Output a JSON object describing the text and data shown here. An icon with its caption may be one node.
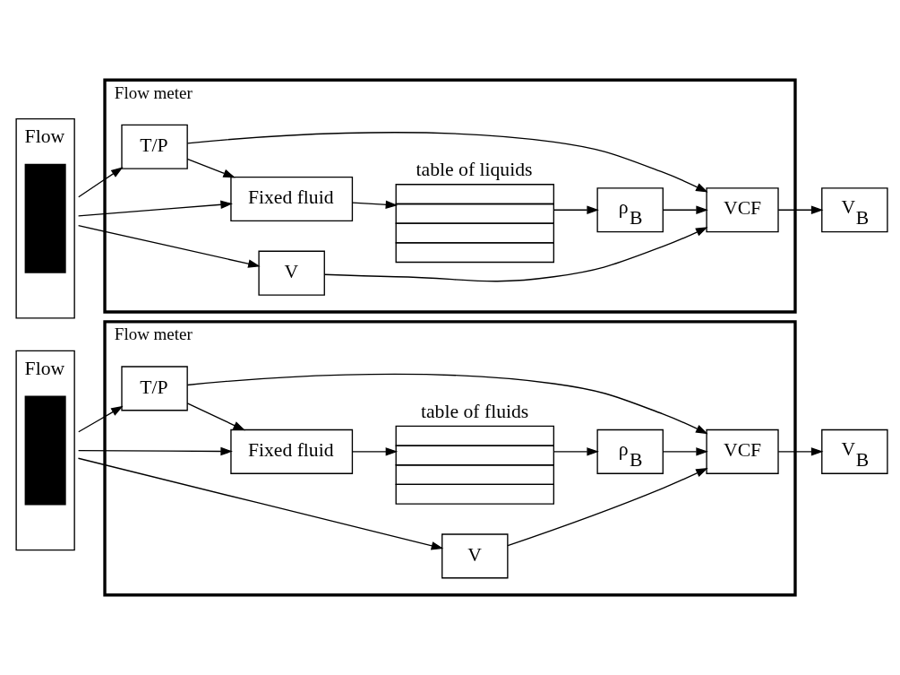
{
  "diagram": {
    "nodes": [
      {
        "text": [
          "Flow"
        ]
      },
      {
        "text": [
          "Flow meter"
        ]
      },
      {
        "text": [
          "T/P"
        ],
        "in": 1
      },
      {
        "text": [
          "Fixed fluid"
        ],
        "in": 1
      },
      {
        "text": [
          "V"
        ],
        "in": 1
      },
      {
        "text": [
          "table of liquids"
        ],
        "in": 1
      },
      {
        "text": [
          "ρ$_{B}$"
        ],
        "in": 1
      },
      {
        "text": [
          "VCF"
        ],
        "in": 1
      },
      {
        "text": [
          "V$_{B}$"
        ]
      },
      {
        "text": [
          "Flow"
        ]
      },
      {
        "text": [
          "Flow meter"
        ]
      },
      {
        "text": [
          "T/P"
        ],
        "in": 10
      },
      {
        "text": [
          "Fixed fluid"
        ],
        "in": 10
      },
      {
        "text": [
          "V"
        ],
        "in": 10
      },
      {
        "text": [
          "table of fluids"
        ],
        "in": 10
      },
      {
        "text": [
          "ρ$_{B}$"
        ],
        "in": 10
      },
      {
        "text": [
          "VCF"
        ],
        "in": 10
      },
      {
        "text": [
          "V$_{B}$"
        ]
      }
    ],
    "edges": [
      {
        "from": 0,
        "to": 2,
        "arrow": "to"
      },
      {
        "from": 0,
        "to": 3,
        "arrow": "to"
      },
      {
        "from": 0,
        "to": 4,
        "arrow": "to"
      },
      {
        "from": 2,
        "to": 3,
        "arrow": "to"
      },
      {
        "from": 2,
        "to": 7,
        "arrow": "to"
      },
      {
        "from": 3,
        "to": 5,
        "arrow": "to"
      },
      {
        "from": 5,
        "to": 6,
        "arrow": "to"
      },
      {
        "from": 6,
        "to": 7,
        "arrow": "to"
      },
      {
        "from": 4,
        "to": 7,
        "arrow": "to"
      },
      {
        "from": 7,
        "to": 8,
        "arrow": "to"
      },
      {
        "from": 9,
        "to": 11,
        "arrow": "to"
      },
      {
        "from": 9,
        "to": 12,
        "arrow": "to"
      },
      {
        "from": 9,
        "to": 13,
        "arrow": "to"
      },
      {
        "from": 11,
        "to": 12,
        "arrow": "to"
      },
      {
        "from": 11,
        "to": 16,
        "arrow": "to"
      },
      {
        "from": 12,
        "to": 14,
        "arrow": "to"
      },
      {
        "from": 14,
        "to": 15,
        "arrow": "to"
      },
      {
        "from": 15,
        "to": 16,
        "arrow": "to"
      },
      {
        "from": 13,
        "to": 16,
        "arrow": "to"
      },
      {
        "from": 16,
        "to": 17,
        "arrow": "to"
      }
    ]
  }
}
